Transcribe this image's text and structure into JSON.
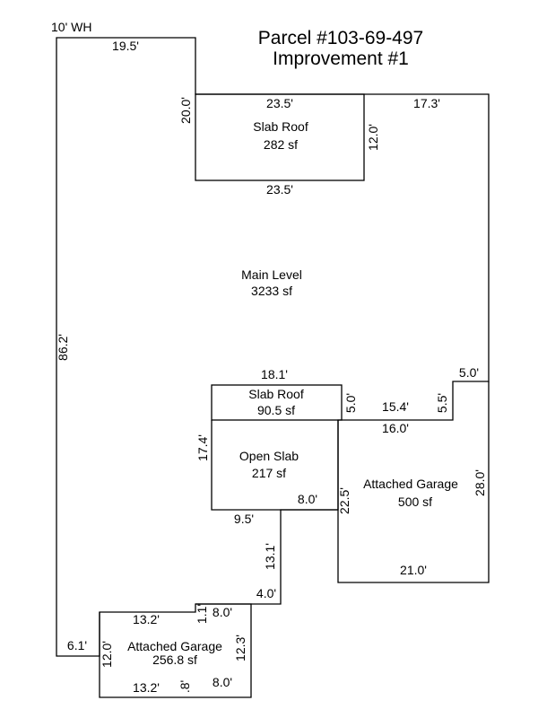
{
  "title": {
    "line1": "Parcel #103-69-497",
    "line2": "Improvement #1"
  },
  "wh_label": "10' WH",
  "areas": {
    "slab_roof_top": {
      "name": "Slab Roof",
      "area": "282 sf"
    },
    "main_level": {
      "name": "Main Level",
      "area": "3233 sf"
    },
    "slab_roof_mid": {
      "name": "Slab Roof",
      "area": "90.5 sf"
    },
    "open_slab": {
      "name": "Open Slab",
      "area": "217 sf"
    },
    "garage_right": {
      "name": "Attached Garage",
      "area": "500 sf"
    },
    "garage_bottom": {
      "name": "Attached Garage",
      "area": "256.8 sf"
    }
  },
  "dims": {
    "d19_5": "19.5'",
    "d20_0": "20.0'",
    "d23_5_top": "23.5'",
    "d23_5_bottom": "23.5'",
    "d12_0_slab": "12.0'",
    "d17_3": "17.3'",
    "d86_2": "86.2'",
    "d5_0_right": "5.0'",
    "d18_1": "18.1'",
    "d5_0_slab": "5.0'",
    "d15_4": "15.4'",
    "d5_5": "5.5'",
    "d16_0": "16.0'",
    "d17_4": "17.4'",
    "d28_0": "28.0'",
    "d8_0_slab": "8.0'",
    "d22_5": "22.5'",
    "d9_5": "9.5'",
    "d13_1": "13.1'",
    "d21_0": "21.0'",
    "d4_0": "4.0'",
    "d13_2_top": "13.2'",
    "d1_1": "1.1'",
    "d8_0_top": "8.0'",
    "d6_1": "6.1'",
    "d12_0_garage": "12.0'",
    "d12_3": "12.3'",
    "d13_2_bottom": "13.2'",
    "d_8": ".8'",
    "d8_0_bottom": "8.0'"
  }
}
